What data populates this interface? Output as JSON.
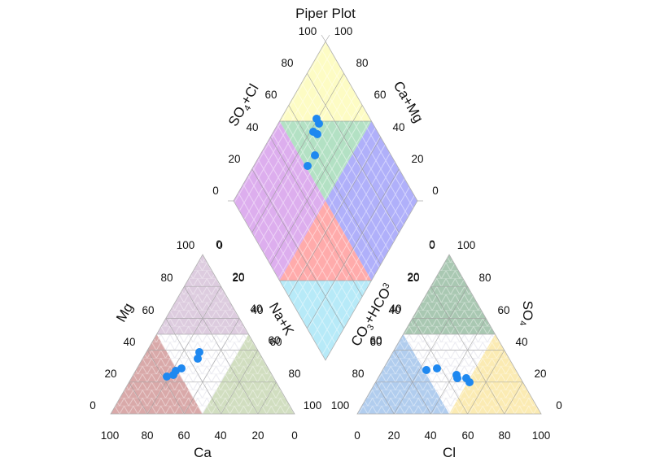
{
  "chart_data": {
    "type": "scatter",
    "subtype": "piper-diagram",
    "title": "Piper Plot",
    "colors": {
      "point": "#1E88F0",
      "grid": "#999999",
      "diamond": {
        "top_yellow": "#FDFCC4",
        "green": "#B3E1C4",
        "left_purple": "#DDAEEE",
        "right_blue": "#B0B0FA",
        "bottom_red": "#FFABAB",
        "cyan": "#B7EAF8"
      },
      "cation_triangle": {
        "top_mauve": "#DDCCDF",
        "left_rose": "#D9A9A9",
        "right_olive": "#D1DEC0",
        "center": "#FFFFFF"
      },
      "anion_triangle": {
        "top_green": "#A9C8B2",
        "left_blue": "#B1CDEE",
        "right_yellow": "#FBEBB3",
        "center": "#FFFFFF"
      }
    },
    "cation_triangle": {
      "axes": {
        "bottom": "Ca",
        "left": "Mg",
        "right": "Na+K"
      },
      "bottom_ticks": [
        "100",
        "80",
        "60",
        "40",
        "20",
        "0"
      ],
      "left_ticks": [
        "0",
        "20",
        "40",
        "60",
        "80",
        "100"
      ],
      "right_ticks": [
        "0",
        "20",
        "40",
        "60",
        "80",
        "100"
      ],
      "points": [
        {
          "Ca": 32,
          "Mg": 39,
          "NaK": 29
        },
        {
          "Ca": 35,
          "Mg": 35,
          "NaK": 30
        },
        {
          "Ca": 47,
          "Mg": 29,
          "NaK": 24
        },
        {
          "Ca": 51,
          "Mg": 27,
          "NaK": 22
        },
        {
          "Ca": 54,
          "Mg": 25,
          "NaK": 21
        },
        {
          "Ca": 58,
          "Mg": 23,
          "NaK": 19
        }
      ]
    },
    "anion_triangle": {
      "axes": {
        "bottom": "Cl",
        "left": "CO3+HCO3",
        "right": "SO4"
      },
      "bottom_ticks": [
        "0",
        "20",
        "40",
        "60",
        "80",
        "100"
      ],
      "left_ticks": [
        "100",
        "80",
        "60",
        "40",
        "20",
        "0"
      ],
      "right_ticks": [
        "0",
        "20",
        "40",
        "60",
        "80",
        "100"
      ],
      "points": [
        {
          "Cl": 24,
          "SO4": 28,
          "CO3HCO3": 48
        },
        {
          "Cl": 29,
          "SO4": 29,
          "CO3HCO3": 42
        },
        {
          "Cl": 42,
          "SO4": 24,
          "CO3HCO3": 34
        },
        {
          "Cl": 43,
          "SO4": 22,
          "CO3HCO3": 35
        },
        {
          "Cl": 48,
          "SO4": 22,
          "CO3HCO3": 30
        },
        {
          "Cl": 51,
          "SO4": 20,
          "CO3HCO3": 29
        }
      ]
    },
    "diamond": {
      "axes": {
        "upper_left": "SO4+Cl",
        "upper_right": "Ca+Mg",
        "lower_left": "Na+K",
        "lower_right": "CO3+HCO3"
      },
      "upper_left_ticks": [
        "0",
        "20",
        "40",
        "60",
        "80",
        "100"
      ],
      "upper_right_ticks": [
        "0",
        "20",
        "40",
        "60",
        "80",
        "100"
      ],
      "lower_left_ticks": [
        "0",
        "20",
        "40",
        "60"
      ],
      "lower_right_ticks": [
        "0",
        "20",
        "40",
        "60"
      ],
      "points": [
        {
          "SO4Cl": 53,
          "CaMg": 48
        },
        {
          "SO4Cl": 51,
          "CaMg": 46
        },
        {
          "SO4Cl": 47,
          "CaMg": 42
        },
        {
          "SO4Cl": 46,
          "CaMg": 41
        },
        {
          "SO4Cl": 32,
          "CaMg": 34
        },
        {
          "SO4Cl": 26,
          "CaMg": 28
        }
      ]
    }
  },
  "labels": {
    "title": "Piper Plot",
    "so4cl_main": "SO",
    "so4cl_sub": "4",
    "so4cl_tail": "+Cl",
    "camg": "Ca+Mg",
    "mg": "Mg",
    "nak": "Na+K",
    "ca": "Ca",
    "co3_a": "CO",
    "co3_sub1": "3",
    "co3_b": "+HCO",
    "co3_sub2": "3",
    "so4_main": "SO",
    "so4_sub": "4",
    "cl": "Cl"
  }
}
